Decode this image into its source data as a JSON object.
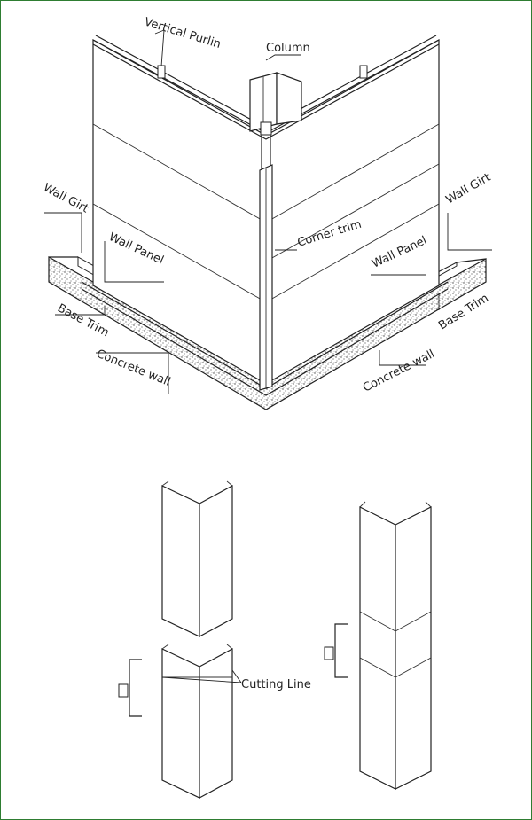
{
  "labels": {
    "vertical_purlin": "Vertical Purlin",
    "column": "Column",
    "wall_girt_left": "Wall Girt",
    "wall_girt_right": "Wall Girt",
    "corner_trim": "Corner trim",
    "wall_panel_left": "Wall Panel",
    "wall_panel_right": "Wall Panel",
    "base_trim_left": "Base Trim",
    "base_trim_right": "Base Trim",
    "concrete_wall_left": "Concrete wall",
    "concrete_wall_right": "Concrete wall",
    "cutting_line": "Cutting Line"
  },
  "colors": {
    "border": "#2e7d32",
    "line": "#222222"
  }
}
